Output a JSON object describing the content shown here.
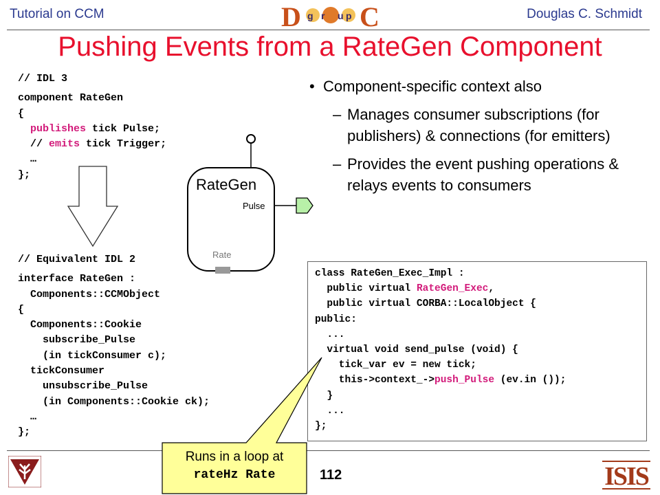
{
  "header": {
    "left": "Tutorial on CCM",
    "right": "Douglas C. Schmidt",
    "logo": {
      "letters": [
        "g",
        "r",
        "u",
        "p"
      ],
      "big": [
        "D",
        "C"
      ]
    }
  },
  "title": "Pushing Events from a RateGen Component",
  "idl3": {
    "comment": "// IDL 3",
    "l1": "component RateGen",
    "l2": "{",
    "l3_kw": "publishes",
    "l3_rest": " tick Pulse;",
    "l4_pre": "// ",
    "l4_kw": "emits",
    "l4_rest": " tick Trigger;",
    "l5": "…",
    "l6": "};"
  },
  "diagram": {
    "component_name": "RateGen",
    "port_pulse": "Pulse",
    "port_rate": "Rate"
  },
  "idl2": {
    "comment": "// Equivalent IDL 2",
    "lines": [
      "interface RateGen :",
      "  Components::CCMObject",
      "{",
      "  Components::Cookie",
      "    subscribe_Pulse",
      "    (in tickConsumer c);",
      "  tickConsumer",
      "    unsubscribe_Pulse",
      "    (in Components::Cookie ck);",
      "  …",
      "};"
    ]
  },
  "bullets": {
    "main": "Component-specific context also",
    "sub1": "Manages consumer subscriptions (for publishers) & connections (for emitters)",
    "sub2": "Provides the event pushing operations & relays events to consumers"
  },
  "impl": {
    "l1": "class RateGen_Exec_Impl :",
    "l2_pre": "  public virtual ",
    "l2_kw": "RateGen_Exec",
    "l2_post": ",",
    "l3": "  public virtual CORBA::LocalObject {",
    "l4": "public:",
    "l5": "  ...",
    "l6": "  virtual void send_pulse (void) {",
    "l7": "    tick_var ev = new tick;",
    "l8_pre": "    this->context_->",
    "l8_kw": "push_Pulse",
    "l8_post": " (ev.in ());",
    "l9": "  }",
    "l10": "  ...",
    "l11": "};"
  },
  "callout": {
    "line1": "Runs in a loop at",
    "mono": "rateHz Rate"
  },
  "footer": {
    "page": "112",
    "logo_right_text": "ISIS"
  },
  "colors": {
    "title": "#e8102d",
    "header_text": "#2b3a8f",
    "keyword": "#d21a7a",
    "callout_fill": "#ffff99",
    "pulse_port": "#b8f0a8",
    "logo_left": "#8a1c1c",
    "logo_right": "#a33a1a"
  }
}
